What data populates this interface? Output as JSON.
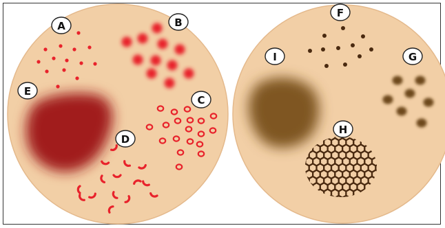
{
  "colors": {
    "skin": "#f2cfa6",
    "skin_edge": "#e4b98c",
    "red": "#e8222b",
    "dark_red": "#a11c1c",
    "brown_dark": "#4a2a10",
    "brown_patch": "#7f5724",
    "brown_spot": "#6e4a1e",
    "label_fill": "#ffffff",
    "label_stroke": "#222222"
  },
  "panels": [
    {
      "id": "left",
      "lesions": [
        {
          "id": "A",
          "label": "A",
          "kind": "red-small-dots"
        },
        {
          "id": "B",
          "label": "B",
          "kind": "red-blurry-blobs"
        },
        {
          "id": "C",
          "label": "C",
          "kind": "red-rings"
        },
        {
          "id": "D",
          "label": "D",
          "kind": "red-curved-arcs"
        },
        {
          "id": "E",
          "label": "E",
          "kind": "dark-red-diffuse-patch"
        }
      ]
    },
    {
      "id": "right",
      "lesions": [
        {
          "id": "F",
          "label": "F",
          "kind": "brown-small-dots"
        },
        {
          "id": "G",
          "label": "G",
          "kind": "brown-blurry-globules"
        },
        {
          "id": "H",
          "label": "H",
          "kind": "brown-pigment-network"
        },
        {
          "id": "I",
          "label": "I",
          "kind": "brown-diffuse-patch"
        }
      ]
    }
  ]
}
